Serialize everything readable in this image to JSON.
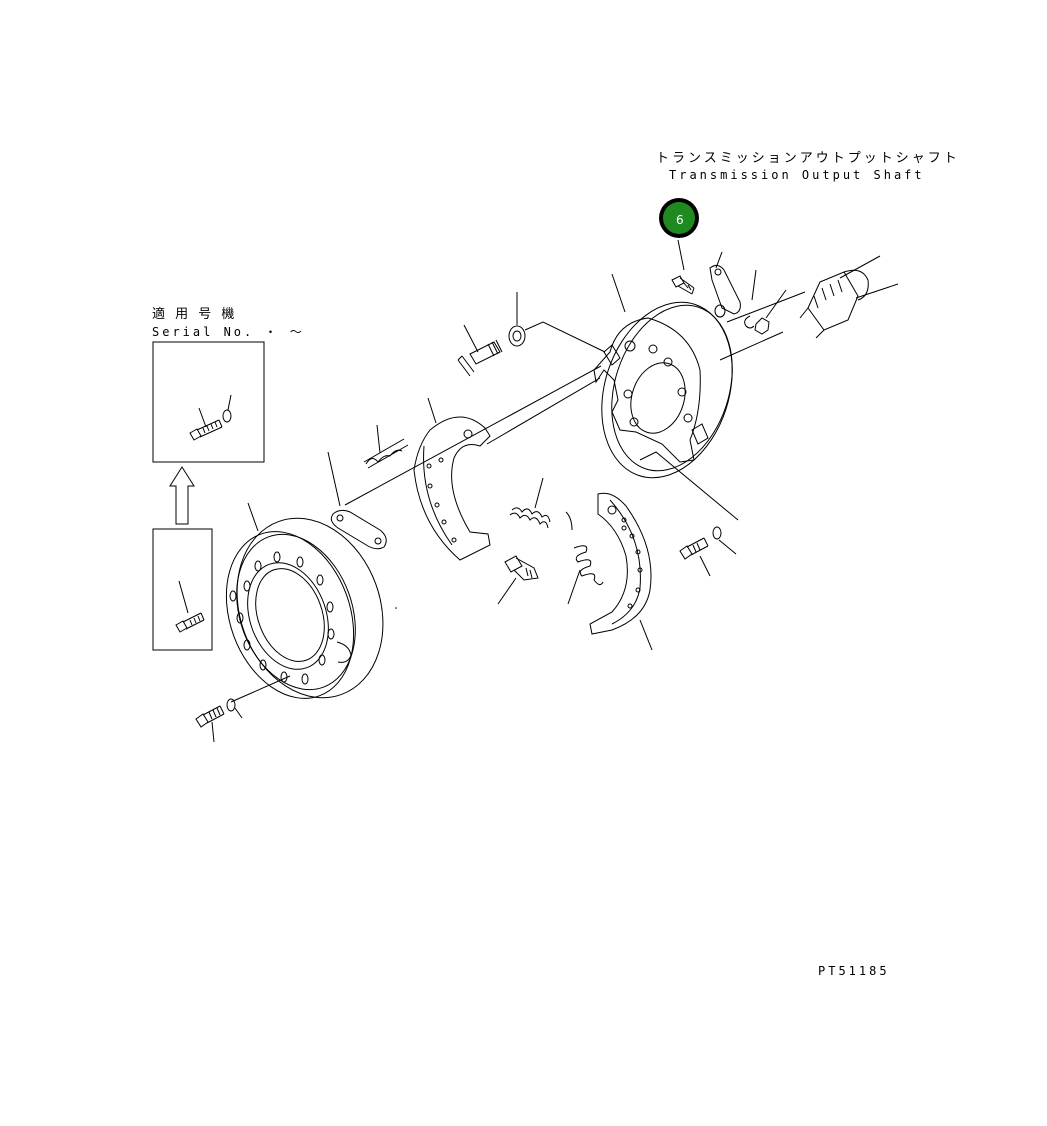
{
  "shaft_label": {
    "japanese": "トランスミッションアウトプットシャフト",
    "english": "Transmission Output Shaft"
  },
  "serial_box": {
    "japanese": "適 用 号 機",
    "english": "Serial No.  ・  ～"
  },
  "highlight": {
    "number": "6",
    "color": "#1f8a1f"
  },
  "drawing_code": "PT51185",
  "colors": {
    "ink": "#000000",
    "background": "#ffffff",
    "badge_fill": "#1f8a1f",
    "badge_ring": "#000000"
  },
  "parts_icons": [
    "brake-drum-icon",
    "brake-shoe-icon",
    "backing-plate-icon",
    "return-spring-icon",
    "adjuster-icon",
    "bolt-icon",
    "washer-icon",
    "lever-icon",
    "output-shaft-icon"
  ]
}
